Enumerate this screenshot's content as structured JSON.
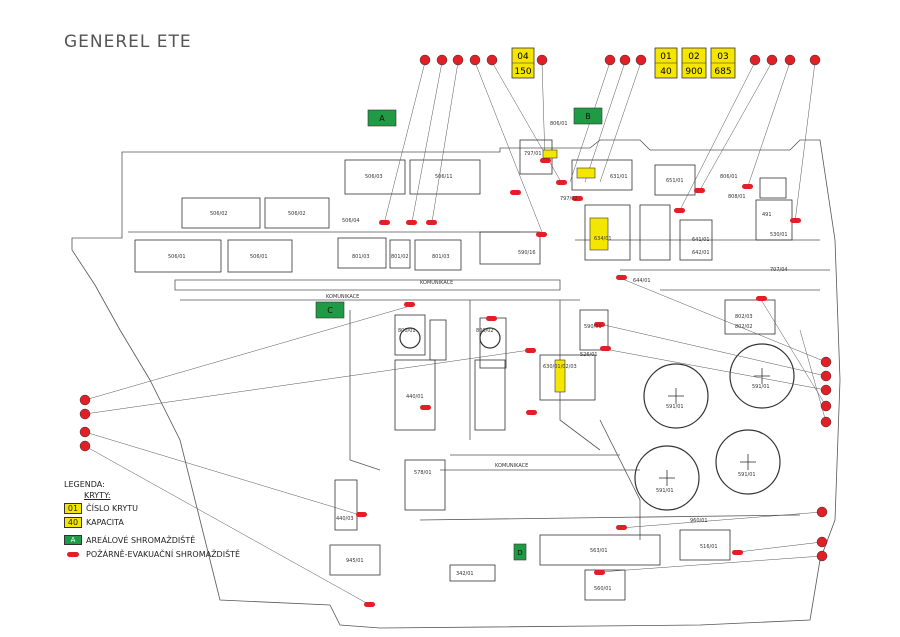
{
  "title": "GENEREL ETE",
  "colors": {
    "yellow": "#f5e600",
    "green": "#1e9b44",
    "red": "#e01f26",
    "line": "#555555"
  },
  "road_labels": [
    "KOMUNIKACE",
    "KOMUNIKACE",
    "KOMUNIKACE"
  ],
  "capacity_boxes": [
    {
      "number": "04",
      "capacity": "150"
    },
    {
      "number": "01",
      "capacity": "40"
    },
    {
      "number": "02",
      "capacity": "900"
    },
    {
      "number": "03",
      "capacity": "685"
    }
  ],
  "assembly_points": [
    "A",
    "B",
    "C",
    "D"
  ],
  "buildings": [
    "506/03",
    "506/11",
    "506/02",
    "506/02",
    "506/04",
    "506/01",
    "506/01",
    "801/03",
    "801/02",
    "801/03",
    "590/16",
    "797/01",
    "806/01",
    "797/02",
    "631/01",
    "651/01",
    "806/01",
    "808/01",
    "491",
    "530/01",
    "634/01",
    "644/01",
    "641/01",
    "642/01",
    "707/04",
    "802/03",
    "802/02",
    "800/01",
    "800/02",
    "590/01",
    "630/01/02/03",
    "526/01",
    "440/01",
    "591/01",
    "591/01",
    "591/01",
    "591/01",
    "578/01",
    "440/03",
    "960/01",
    "563/01",
    "516/01",
    "945/01",
    "560/01",
    "342/01"
  ],
  "legend": {
    "title": "LEGENDA:",
    "covers_label": "KRYTY:",
    "sample_number": "01",
    "sample_capacity": "40",
    "cover_number_label": "ČÍSLO KRYTU",
    "capacity_label": "KAPACITA",
    "assembly_sample": "A",
    "assembly_label": "AREÁLOVÉ SHROMAŽDIŠTĚ",
    "evacuation_label": "POŽÁRNĚ-EVAKUAČNÍ SHROMAŽDIŠTĚ"
  }
}
